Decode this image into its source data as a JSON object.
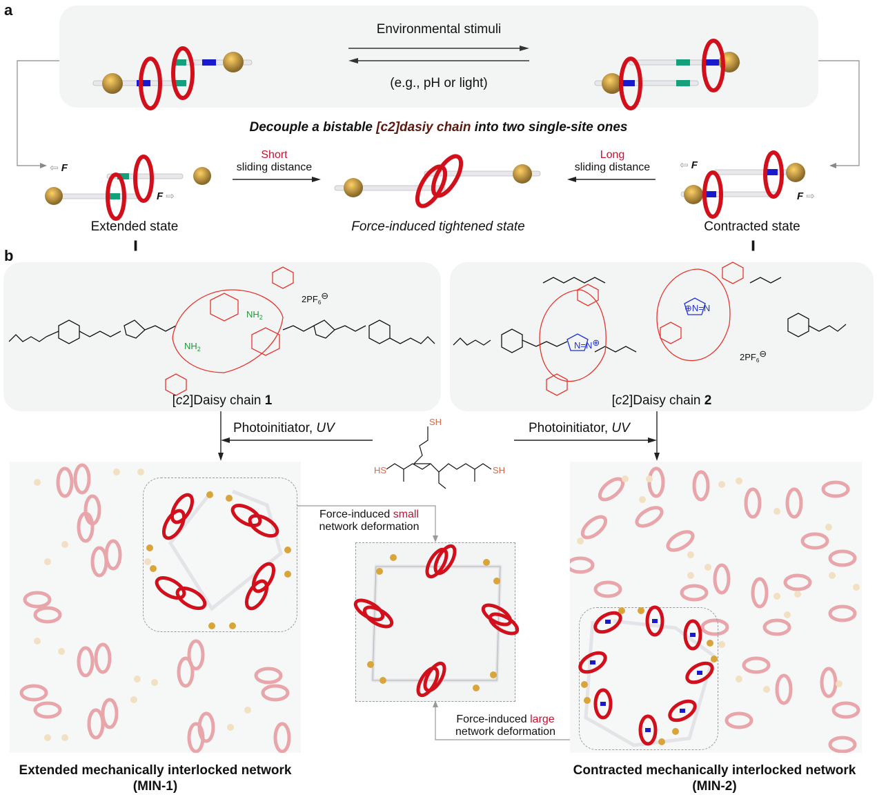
{
  "panel_a": {
    "letter": "a",
    "stimuli_label": "Environmental stimuli",
    "stimuli_example": "(e.g., pH or light)",
    "title_prefix": "Decouple a bistable ",
    "title_highlight": "[c2]dasiy chain",
    "title_suffix": " into two single-site ones",
    "extended_state": "Extended state",
    "tightened_state": "Force-induced tightened state",
    "contracted_state": "Contracted state",
    "force_symbol": "F",
    "short_word": "Short",
    "long_word": "Long",
    "sliding_distance": "sliding distance",
    "equiv_symbol": "|||"
  },
  "panel_b": {
    "letter": "b",
    "chain1": {
      "prefix": "[",
      "italic": "c",
      "middle": "2]Daisy chain ",
      "number": "1"
    },
    "chain2": {
      "prefix": "[",
      "italic": "c",
      "middle": "2]Daisy chain ",
      "number": "2"
    },
    "counterion": "2PF",
    "counterion_sub": "6",
    "ammonium": "NH",
    "ammonium_sub": "2",
    "photo_label": "Photoinitiator, ",
    "photo_uv": "UV",
    "thiol": "SH",
    "thiol_left": "HS",
    "small_def_line1_prefix": "Force-induced ",
    "small_def_word": "small",
    "small_def_line2": "network deformation",
    "large_def_line1_prefix": "Force-induced ",
    "large_def_word": "large",
    "large_def_line2": "network deformation",
    "min1_caption": "Extended mechanically interlocked network",
    "min1_label": "(MIN-1)",
    "min2_caption": "Contracted mechanically interlocked network",
    "min2_label": "(MIN-2)"
  },
  "colors": {
    "ring": "#d1101c",
    "station_green": "#14a07a",
    "station_blue": "#1a1acc",
    "stopper": "#d9a53b",
    "highlight_red": "#c8102e",
    "chem_red": "#e8322b",
    "ammonium_green": "#1a9a3a",
    "triazolium_blue": "#1f2fd8",
    "thiol_orange": "#e8603c",
    "box_bg": "#f3f5f5"
  }
}
